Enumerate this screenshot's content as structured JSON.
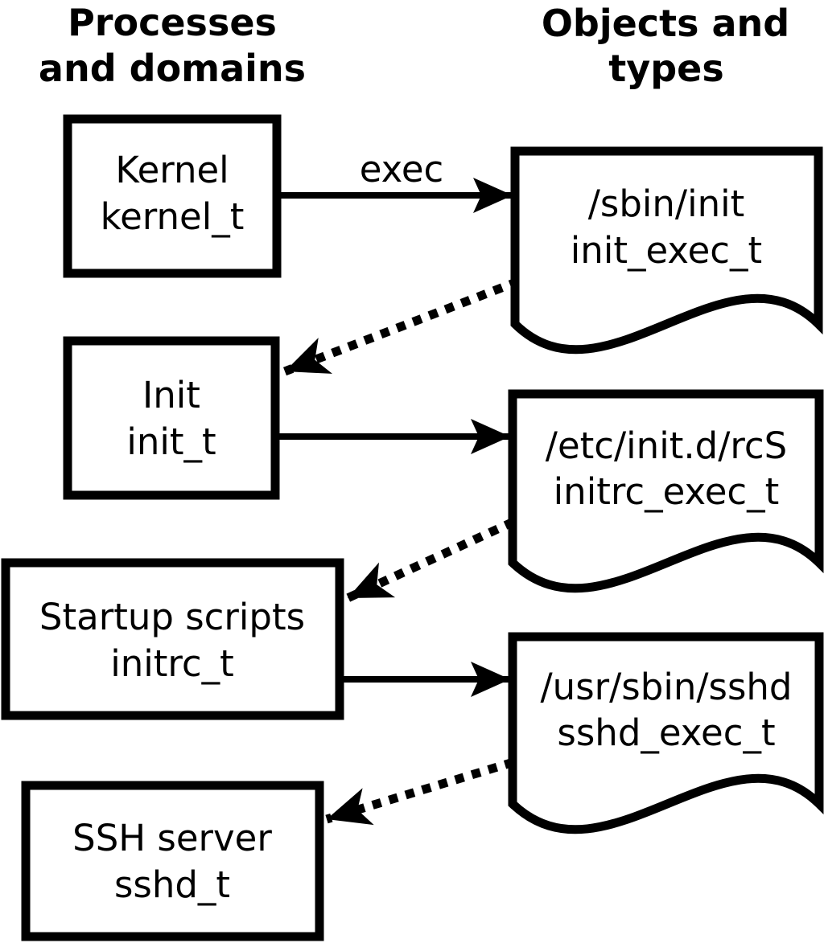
{
  "headers": {
    "left": {
      "line1": "Processes",
      "line2": "and domains"
    },
    "right": {
      "line1": "Objects and",
      "line2": "types"
    }
  },
  "processes": [
    {
      "name": "Kernel",
      "domain": "kernel_t"
    },
    {
      "name": "Init",
      "domain": "init_t"
    },
    {
      "name": "Startup scripts",
      "domain": "initrc_t"
    },
    {
      "name": "SSH server",
      "domain": "sshd_t"
    }
  ],
  "objects": [
    {
      "path": "/sbin/init",
      "type": "init_exec_t"
    },
    {
      "path": "/etc/init.d/rcS",
      "type": "initrc_exec_t"
    },
    {
      "path": "/usr/sbin/sshd",
      "type": "sshd_exec_t"
    }
  ],
  "arrows": {
    "exec_label": "exec"
  },
  "colors": {
    "foreground": "#000000",
    "background": "#ffffff"
  }
}
